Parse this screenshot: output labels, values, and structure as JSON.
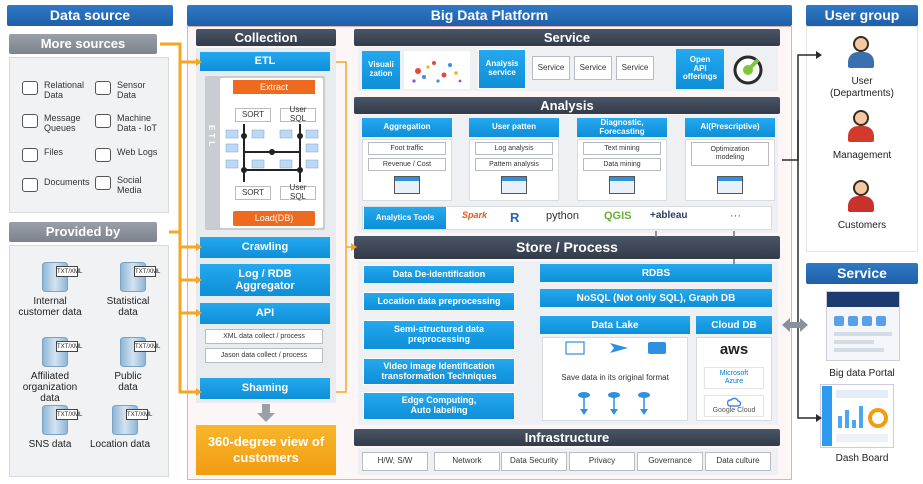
{
  "left": {
    "title": "Data source",
    "more_sources": "More sources",
    "sources": [
      {
        "label": "Relational\nData",
        "icon": "database-icon"
      },
      {
        "label": "Sensor\nData",
        "icon": "thermometer-icon"
      },
      {
        "label": "Message\nQueues",
        "icon": "message-icon"
      },
      {
        "label": "Machine\nData - IoT",
        "icon": "robot-arm-icon"
      },
      {
        "label": "Files",
        "icon": "file-icon"
      },
      {
        "label": "Web Logs",
        "icon": "gears-icon"
      },
      {
        "label": "Documents",
        "icon": "documents-icon"
      },
      {
        "label": "Social\nMedia",
        "icon": "twitter-icon"
      }
    ],
    "provided_by": "Provided by",
    "providers": [
      {
        "label": "Internal\ncustomer data",
        "badge": "TXT/XML"
      },
      {
        "label": "Statistical\ndata",
        "badge": "TXT/XML"
      },
      {
        "label": "Affiliated\norganization\ndata",
        "badge": "TXT/XML"
      },
      {
        "label": "Public\ndata",
        "badge": "TXT/XML"
      },
      {
        "label": "SNS data",
        "badge": "TXT/XML"
      },
      {
        "label": "Location data",
        "badge": "TXT/XML"
      }
    ]
  },
  "platform": {
    "title": "Big Data Platform",
    "collection": {
      "title": "Collection",
      "etl": "ETL",
      "etl_vertical": "ETL",
      "extract": "Extract",
      "sort1": "SORT",
      "usersql1": "User SQL",
      "sort2": "SORT",
      "usersql2": "User SQL",
      "load": "Load(DB)",
      "crawling": "Crawling",
      "log_rdb": "Log / RDB\nAggregator",
      "api": "API",
      "xml": "XML data collect / process",
      "json": "Jason data collect / process",
      "shaming": "Shaming",
      "view": "360-degree view of\ncustomers"
    },
    "service": {
      "title": "Service",
      "visualization": "Visuali\nzation",
      "analysis_service": "Analysis\nservice",
      "boxes": [
        "Service",
        "Service",
        "Service"
      ],
      "open_api": "Open\nAPI\nofferings"
    },
    "analysis": {
      "title": "Analysis",
      "columns": [
        {
          "title": "Aggregation",
          "items": [
            "Foot traffic",
            "Revenue / Cost"
          ]
        },
        {
          "title": "User patten",
          "items": [
            "Log analysis",
            "Pattern analysis"
          ]
        },
        {
          "title": "Diagnostic,\nForecasting",
          "items": [
            "Text mining",
            "Data mining"
          ]
        },
        {
          "title": "AI(Prescriptive)",
          "items": [
            "Optimization\nmodeling"
          ]
        }
      ],
      "tools_label": "Analytics Tools",
      "tools": [
        "Spark",
        "R",
        "python",
        "QGIS",
        "+ableau",
        "···"
      ]
    },
    "store": {
      "title": "Store / Process",
      "left_items": [
        "Data De-identification",
        "Location data preprocessing",
        "Semi-structured data\npreprocessing",
        "Video image Identification\ntransformation Techniques",
        "Edge Computing,\nAuto labeling"
      ],
      "rdbs": "RDBS",
      "nosql": "NoSQL (Not only SQL), Graph DB",
      "data_lake": "Data Lake",
      "data_lake_caption": "Save data in its original format",
      "cloud_db": "Cloud DB",
      "clouds": [
        "aws",
        "Microsoft\nAzure",
        "Google Cloud"
      ]
    },
    "infra": {
      "title": "Infrastructure",
      "items": [
        "H/W, S/W",
        "Network",
        "Data Security",
        "Privacy",
        "Governance",
        "Data culture"
      ]
    }
  },
  "right": {
    "user_group_title": "User group",
    "users": [
      "User\n(Departments)",
      "Management",
      "Customers"
    ],
    "service_title": "Service",
    "services": [
      "Big data Portal",
      "Dash Board"
    ]
  },
  "colors": {
    "primary": "#1f6fc0",
    "accent_blue": "#16a0e8",
    "dark": "#3c4452",
    "orange": "#f5a623"
  }
}
